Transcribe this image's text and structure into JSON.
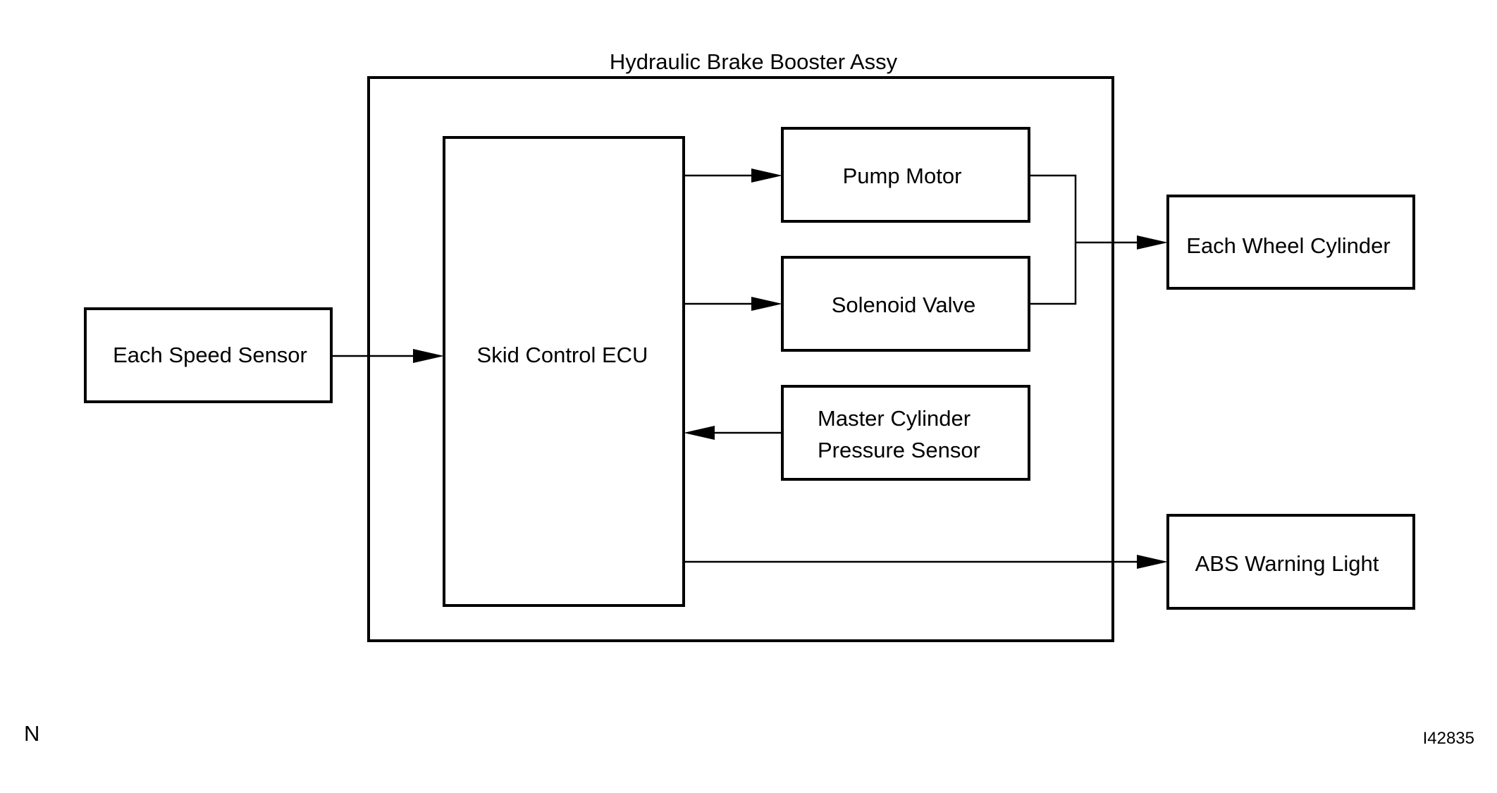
{
  "diagram": {
    "assembly_title": "Hydraulic Brake Booster Assy",
    "nodes": {
      "speed_sensor": "Each Speed Sensor",
      "ecu": "Skid Control ECU",
      "pump_motor": "Pump Motor",
      "solenoid_valve": "Solenoid Valve",
      "master_cylinder_line1": "Master Cylinder",
      "master_cylinder_line2": "Pressure Sensor",
      "wheel_cylinder": "Each Wheel Cylinder",
      "abs_light": "ABS Warning Light"
    },
    "edges": [
      {
        "from": "Each Speed Sensor",
        "to": "Skid Control ECU"
      },
      {
        "from": "Skid Control ECU",
        "to": "Pump Motor"
      },
      {
        "from": "Skid Control ECU",
        "to": "Solenoid Valve"
      },
      {
        "from": "Master Cylinder Pressure Sensor",
        "to": "Skid Control ECU"
      },
      {
        "from": "Pump Motor",
        "to": "Each Wheel Cylinder"
      },
      {
        "from": "Solenoid Valve",
        "to": "Each Wheel Cylinder"
      },
      {
        "from": "Skid Control ECU",
        "to": "ABS Warning Light"
      }
    ]
  },
  "footer": {
    "left_mark": "N",
    "figure_id": "I42835"
  }
}
